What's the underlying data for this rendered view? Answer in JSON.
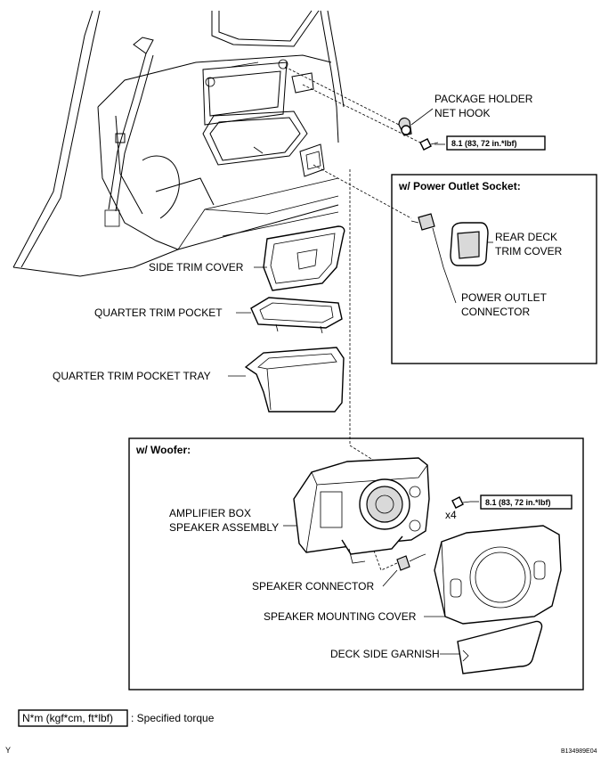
{
  "labels": {
    "package_holder_net_hook_1": "PACKAGE HOLDER",
    "package_holder_net_hook_2": "NET HOOK",
    "torque_top": "8.1 (83, 72 in.*lbf)",
    "power_outlet_box_title": "w/ Power Outlet Socket:",
    "rear_deck_trim_cover_1": "REAR DECK",
    "rear_deck_trim_cover_2": "TRIM COVER",
    "power_outlet_connector_1": "POWER OUTLET",
    "power_outlet_connector_2": "CONNECTOR",
    "side_trim_cover": "SIDE TRIM COVER",
    "quarter_trim_pocket": "QUARTER TRIM POCKET",
    "quarter_trim_pocket_tray": "QUARTER TRIM POCKET TRAY",
    "woofer_box_title": "w/ Woofer:",
    "torque_woofer": "8.1 (83, 72 in.*lbf)",
    "qty_x4": "x4",
    "amplifier_box_1": "AMPLIFIER BOX",
    "amplifier_box_2": "SPEAKER ASSEMBLY",
    "speaker_connector": "SPEAKER CONNECTOR",
    "speaker_mounting_cover": "SPEAKER MOUNTING COVER",
    "deck_side_garnish": "DECK SIDE GARNISH"
  },
  "legend": {
    "unit_box": "N*m (kgf*cm, ft*lbf)",
    "description": ": Specified torque"
  },
  "footer": {
    "left_mark": "Y",
    "figure_code": "B134989E04"
  }
}
